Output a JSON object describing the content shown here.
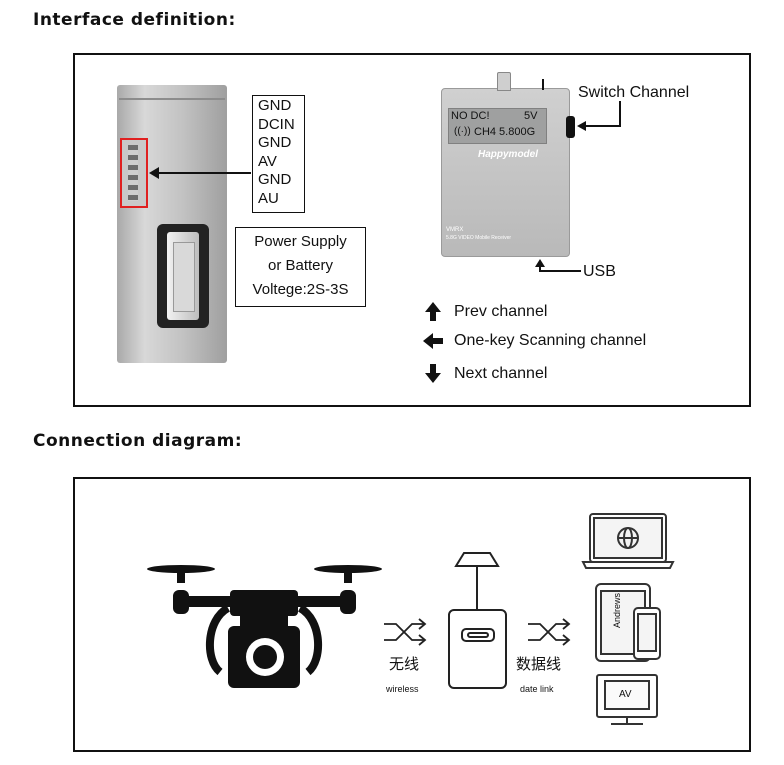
{
  "headings": {
    "interface": "Interface definition:",
    "connection": "Connection diagram:"
  },
  "pins": [
    "GND",
    "DCIN",
    "GND",
    "AV",
    "GND",
    "AU"
  ],
  "power": [
    "Power Supply",
    "or Battery",
    "Voltege:2S-3S"
  ],
  "receiver": {
    "lcd_line1_left": "NO DC!",
    "lcd_line1_right": "5V",
    "lcd_line2": "CH4 5.800G",
    "brand": "Happymodel",
    "model_line1": "VMRX",
    "model_line2": "5.8G VIDEO Mobile Receiver"
  },
  "callouts": {
    "switch_channel": "Switch Channel",
    "usb": "USB"
  },
  "buttons": {
    "prev": "Prev channel",
    "scan": "One-key Scanning channel",
    "next": "Next channel"
  },
  "connection": {
    "wireless_cn": "无线",
    "wireless_en": "wireless",
    "datalink_cn": "数据线",
    "datalink_en": "date link",
    "tablet_label": "Andrews",
    "monitor_label": "AV"
  }
}
